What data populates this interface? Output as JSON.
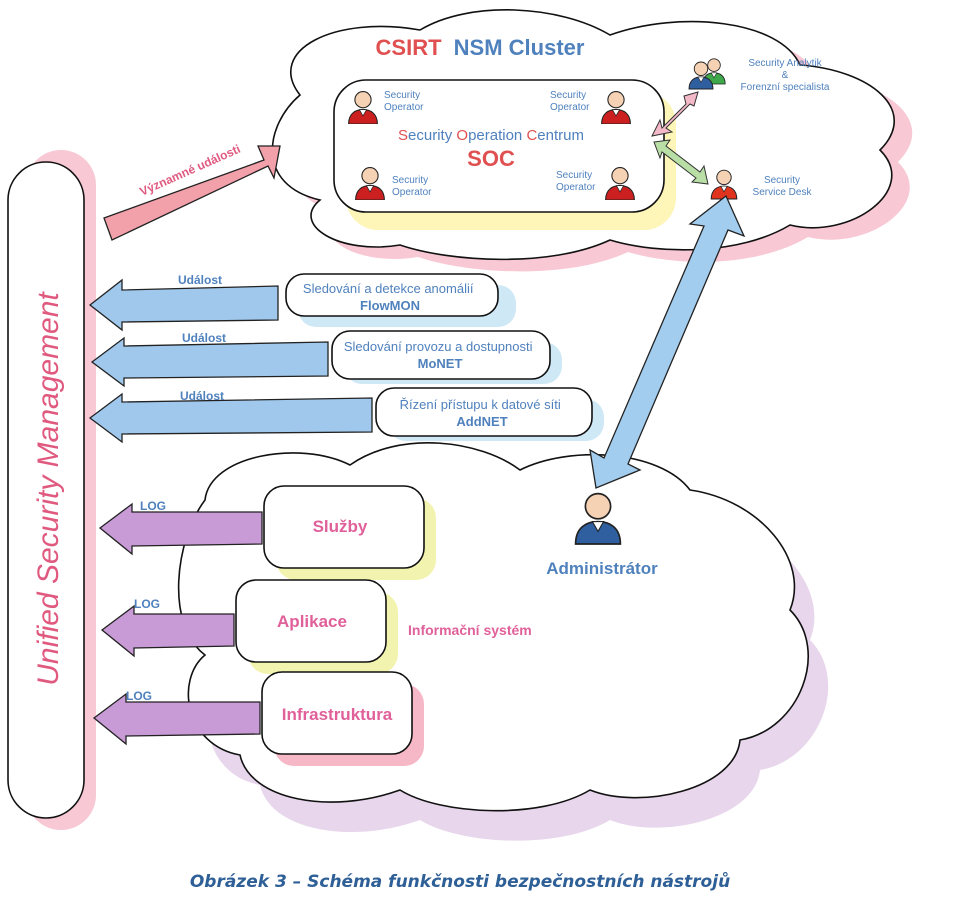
{
  "usm": {
    "title": "Unified Security Management"
  },
  "csirt": {
    "title_part1": "CSIRT",
    "title_part2": "NSM Cluster"
  },
  "soc": {
    "name_s": "S",
    "name_1": "ecurity ",
    "name_o": "O",
    "name_2": "peration ",
    "name_c": "C",
    "name_3": "entrum",
    "abbr": "SOC",
    "operator_line1": "Security",
    "operator_line2": "Operator"
  },
  "analyst": {
    "line1": "Security Analytik",
    "line2": "&",
    "line3": "Forenzní specialista"
  },
  "service_desk": {
    "line1": "Security",
    "line2": "Service Desk"
  },
  "arrows": {
    "significant_events": "Významné události",
    "event": "Událost",
    "log": "LOG"
  },
  "tools": [
    {
      "line1": "Sledování a detekce anomálií",
      "line2": "FlowMON"
    },
    {
      "line1": "Sledování provozu a dostupnosti",
      "line2": "MoNET"
    },
    {
      "line1": "Řízení přístupu k datové síti",
      "line2": "AddNET"
    }
  ],
  "is": {
    "label": "Informační systém",
    "services": "Služby",
    "applications": "Aplikace",
    "infrastructure": "Infrastruktura"
  },
  "administrator": "Administrátor",
  "caption": "Obrázek 3 – Schéma funkčnosti bezpečnostních nástrojů",
  "colors": {
    "blue_text": "#4f81bd",
    "red_title": "#e05050",
    "pink_text": "#e0609a",
    "cloud_pink": "#f8c8d4",
    "cloud_lilac": "#e8d6ec",
    "arrow_blue": "#9fc8ec",
    "arrow_purple": "#c89ad6",
    "arrow_red": "#f2a0aa"
  }
}
